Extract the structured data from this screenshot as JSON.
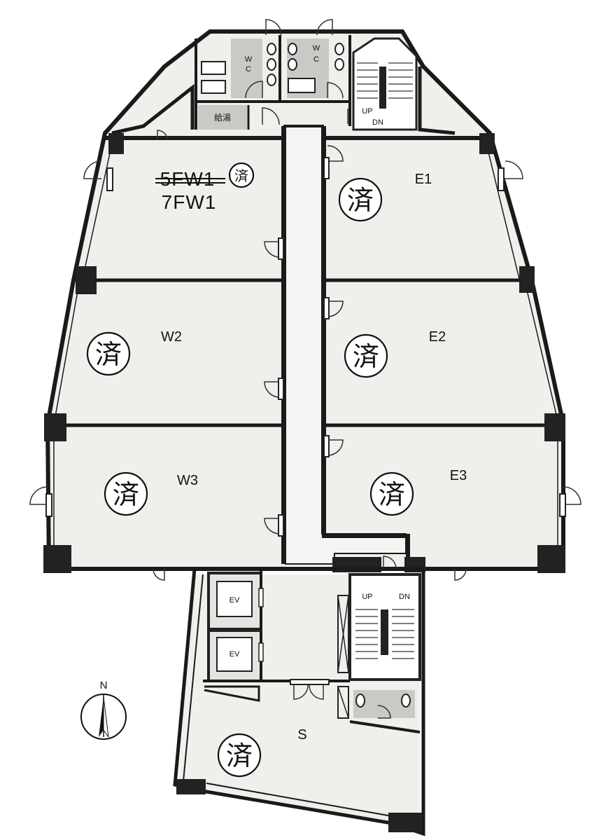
{
  "rooms": {
    "w1_old": "5FW1",
    "w1_new": "7FW1",
    "w2": "W2",
    "w3": "W3",
    "e1": "E1",
    "e2": "E2",
    "e3": "E3",
    "s": "S"
  },
  "status_mark": "済",
  "fixtures": {
    "wc": [
      "W",
      "C"
    ],
    "kyuto": "給湯",
    "ev": "EV",
    "up": "UP",
    "dn": "DN"
  },
  "compass": {
    "north": "N"
  }
}
